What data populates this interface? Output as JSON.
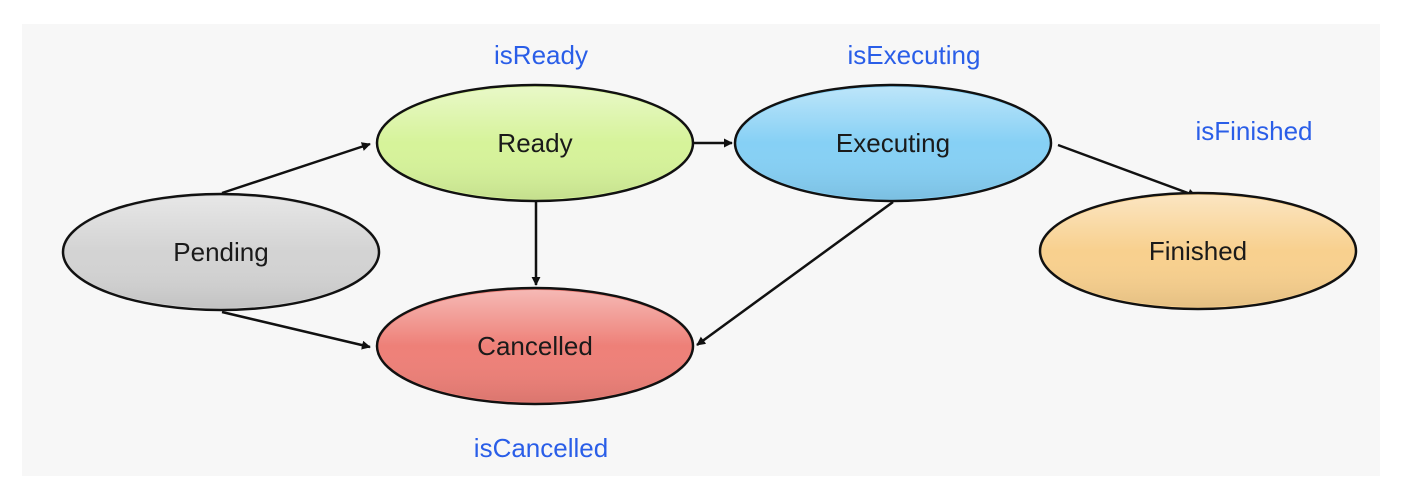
{
  "colors": {
    "background": "#ffffff",
    "panel": "#f7f7f7",
    "property_label": "#2a5ee8",
    "pending": "#d3d3d3",
    "ready": "#d6f39a",
    "executing": "#86d0f5",
    "finished": "#f8d08e",
    "cancelled": "#ee8078"
  },
  "states": {
    "pending": "Pending",
    "ready": "Ready",
    "executing": "Executing",
    "finished": "Finished",
    "cancelled": "Cancelled"
  },
  "properties": {
    "ready": "isReady",
    "executing": "isExecuting",
    "finished": "isFinished",
    "cancelled": "isCancelled"
  }
}
